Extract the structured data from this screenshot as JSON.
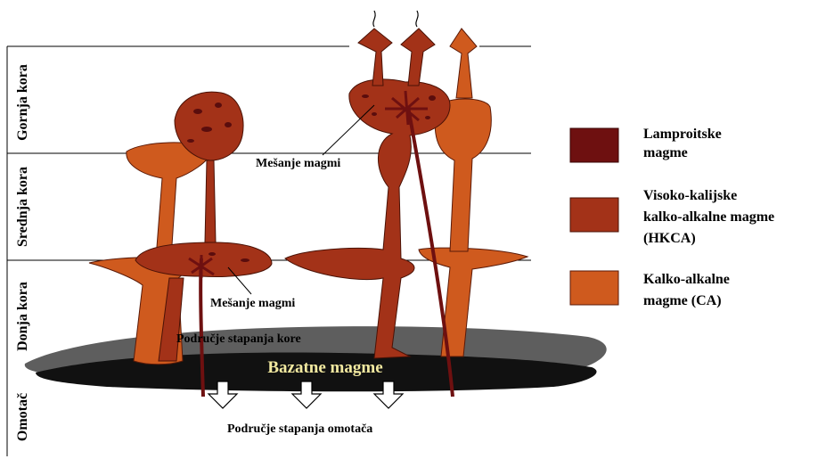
{
  "zones": {
    "upper": "Gornja kora",
    "middle": "Srednja kora",
    "lower": "Donja kora",
    "mantle": "Omotač"
  },
  "annotations": {
    "mixing_upper": "Mešanje magmi",
    "mixing_lower": "Mešanje magmi",
    "crust_melting": "Područje stapanja kore",
    "basalt": "Bazatne magme",
    "mantle_melting": "Područje stapanja omotača"
  },
  "legend": [
    {
      "lines": [
        "Lamproitske",
        "magme"
      ],
      "color": "#6e1010"
    },
    {
      "lines": [
        "Visoko-kalijske",
        "kalko-alkalne magme",
        "(HKCA)"
      ],
      "color": "#a33218"
    },
    {
      "lines": [
        "Kalko-alkalne",
        "magme (CA)"
      ],
      "color": "#cf5a1e"
    }
  ],
  "colors": {
    "lamproite": "#6e1010",
    "hkca": "#a33218",
    "ca": "#cf5a1e",
    "basalt_text": "#f2e9a0"
  }
}
